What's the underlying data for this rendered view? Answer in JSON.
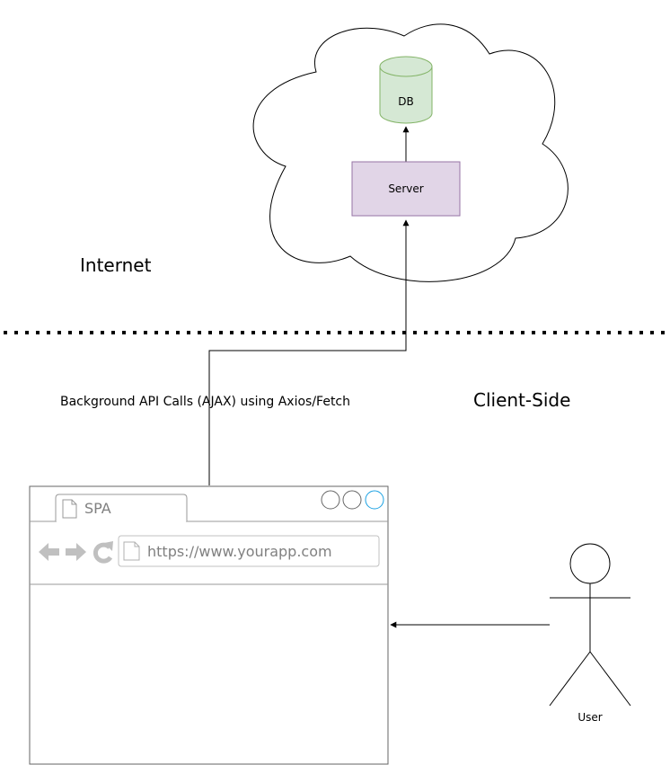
{
  "diagram": {
    "cloud_zone_label": "Internet",
    "client_zone_label": "Client-Side",
    "api_edge_label": "Background API Calls (AJAX) using Axios/Fetch",
    "nodes": {
      "db": {
        "label": "DB",
        "fill": "#d5e8d4",
        "stroke": "#82b366"
      },
      "server": {
        "label": "Server",
        "fill": "#e1d5e7",
        "stroke": "#9673a6"
      },
      "user": {
        "label": "User"
      }
    },
    "browser": {
      "tab_label": "SPA",
      "url": "https://www.yourapp.com",
      "accent": "#1ba1e2"
    }
  }
}
